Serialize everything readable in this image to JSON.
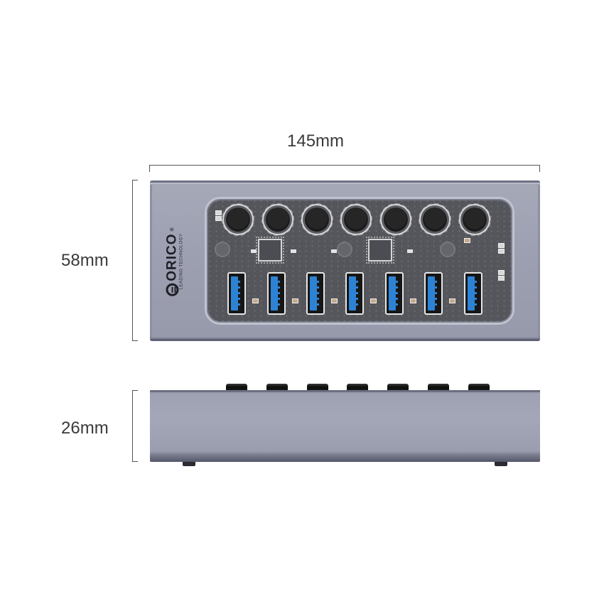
{
  "dimensions": {
    "width_label": "145mm",
    "height_label": "58mm",
    "depth_label": "26mm"
  },
  "product": {
    "brand": "ORICO",
    "registered_mark": "®",
    "tagline": "LEADING TECHNOLOGY",
    "knob_count": 7,
    "usb_port_count": 7,
    "body_color": "#9ea1b2",
    "usb_port_color": "#2e82d4"
  },
  "views": [
    {
      "name": "top-view"
    },
    {
      "name": "side-view"
    }
  ]
}
